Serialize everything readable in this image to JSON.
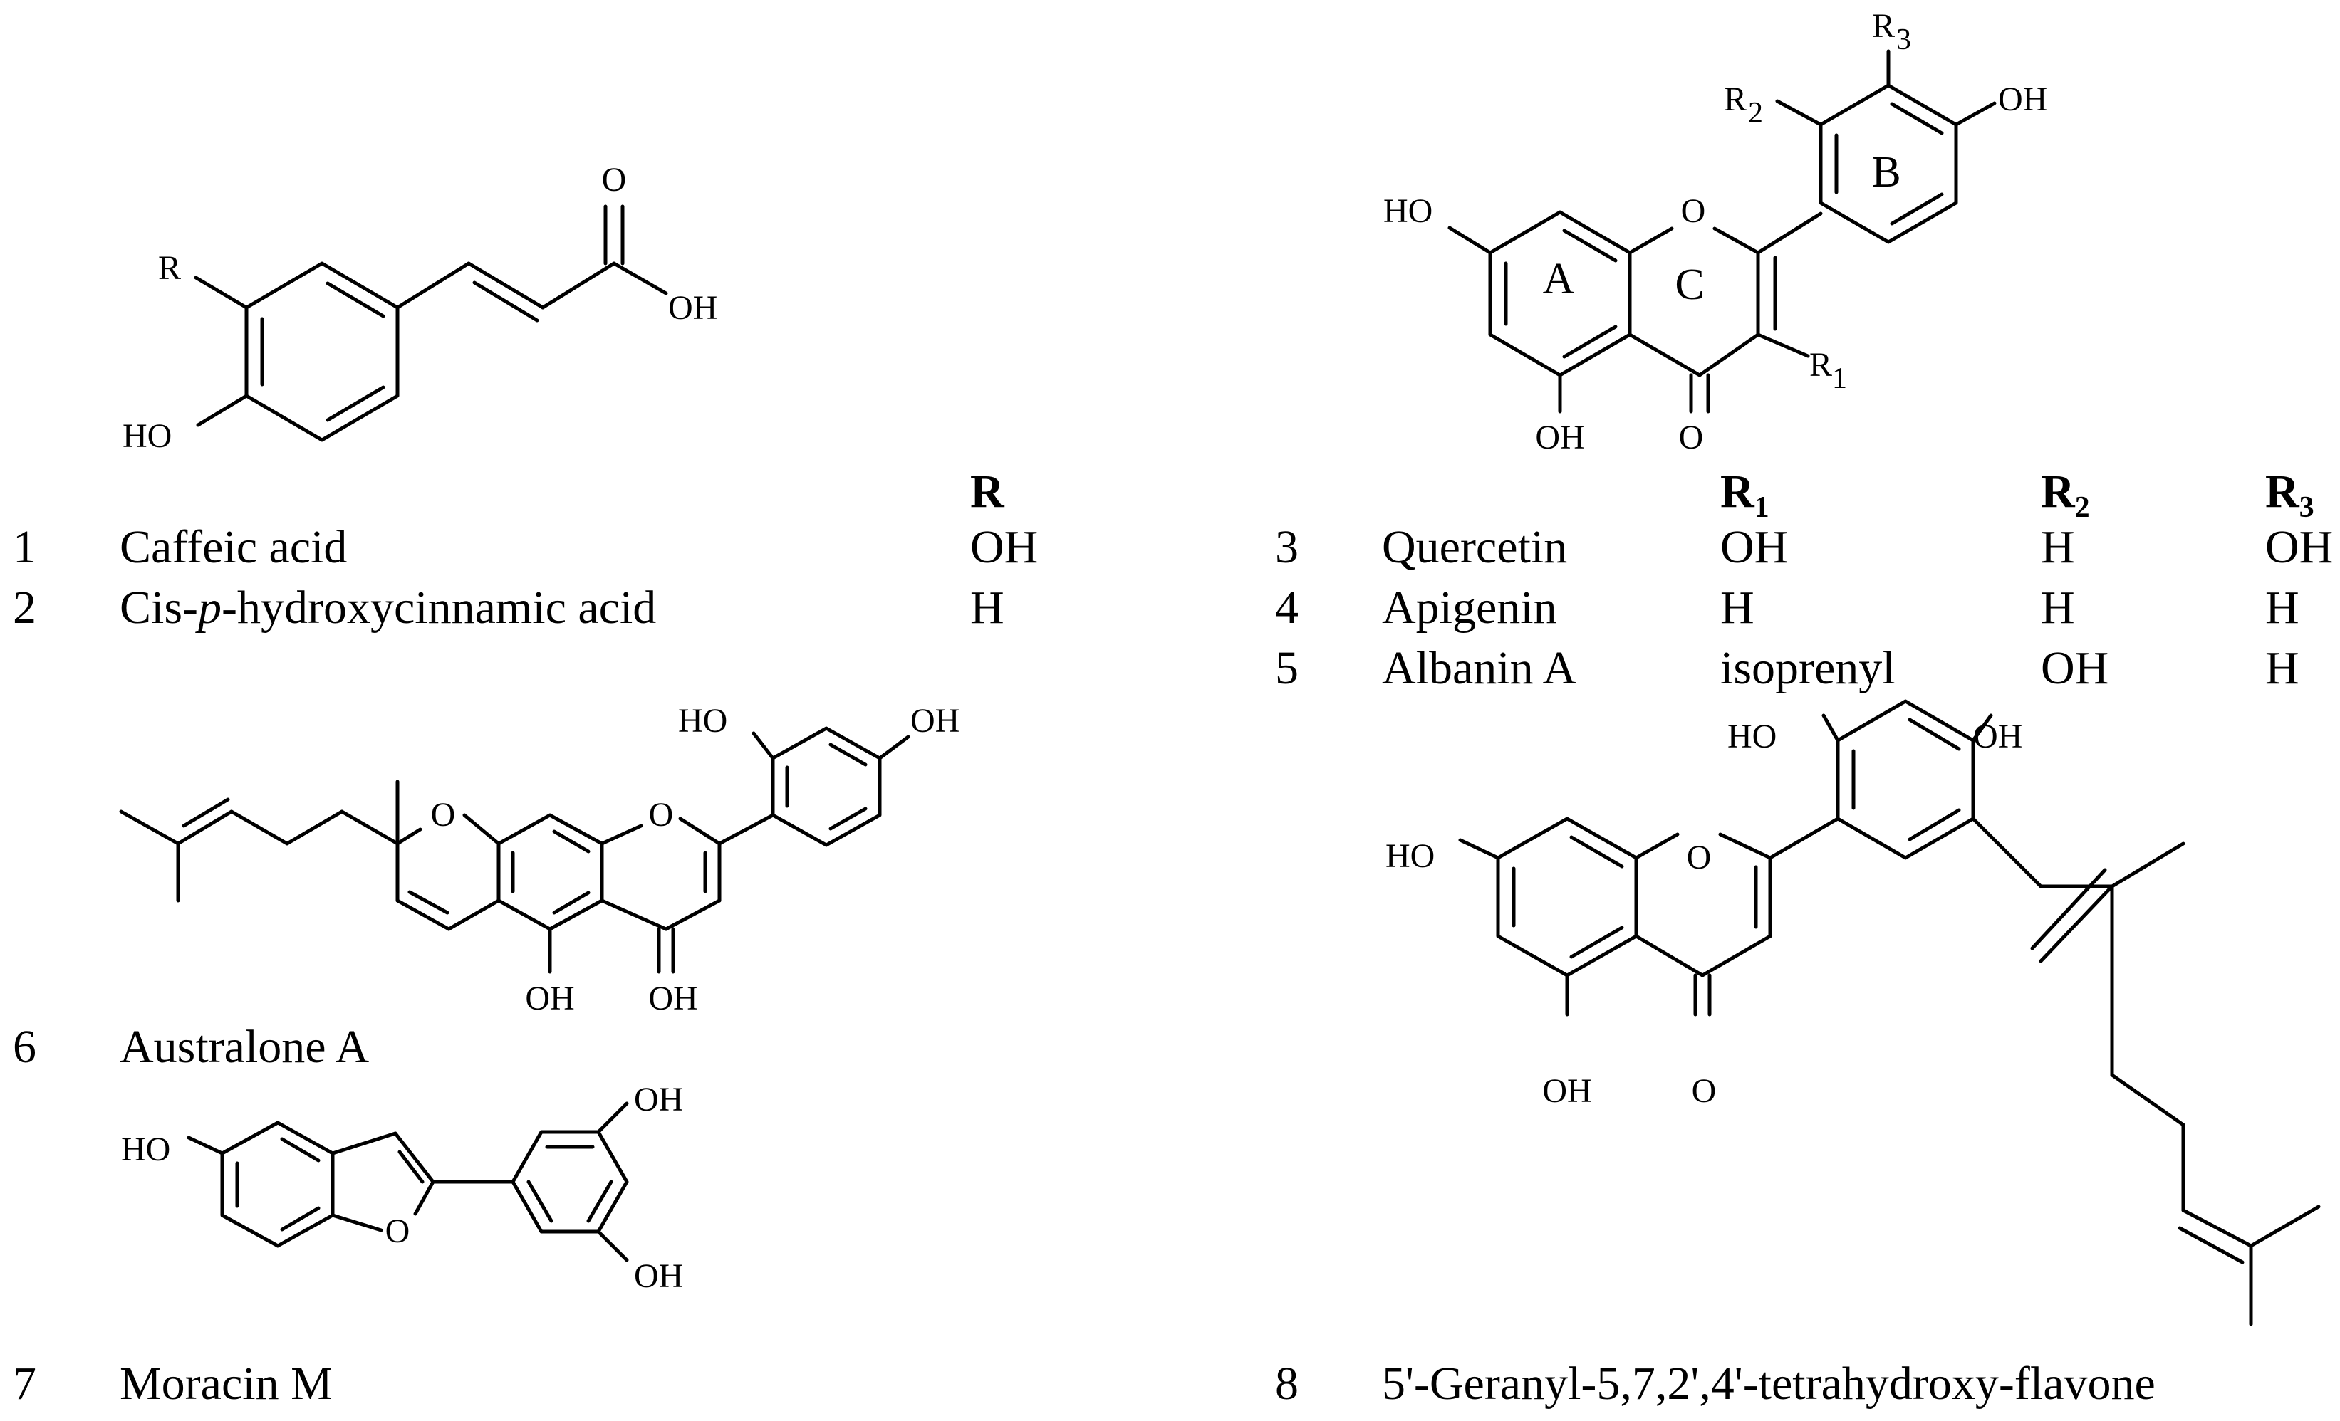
{
  "table_headers": {
    "acid_R": "R",
    "flavone_R1": "R",
    "flavone_R2": "R",
    "flavone_R3": "R",
    "sub1": "1",
    "sub2": "2",
    "sub3": "3"
  },
  "compounds": [
    {
      "num": "1",
      "name": "Caffeic acid",
      "R": "OH"
    },
    {
      "num": "2",
      "name_a": "Cis-",
      "name_b": "p",
      "name_c": "-hydroxycinnamic acid",
      "R": "H"
    },
    {
      "num": "3",
      "name": "Quercetin",
      "R1": "OH",
      "R2": "H",
      "R3": "OH"
    },
    {
      "num": "4",
      "name": "Apigenin",
      "R1": "H",
      "R2": "H",
      "R3": "H"
    },
    {
      "num": "5",
      "name": "Albanin A",
      "R1": "isoprenyl",
      "R2": "OH",
      "R3": "H"
    },
    {
      "num": "6",
      "name": "Australone A"
    },
    {
      "num": "7",
      "name": "Moracin M"
    },
    {
      "num": "8",
      "name": "5'-Geranyl-5,7,2',4'-tetrahydroxy-flavone"
    }
  ],
  "atoms": {
    "O": "O",
    "OH": "OH",
    "HO": "HO",
    "R": "R",
    "R_main": "R",
    "n1": "1",
    "n2": "2",
    "n3": "3"
  },
  "ring_labels": {
    "A": "A",
    "B": "B",
    "C": "C"
  }
}
